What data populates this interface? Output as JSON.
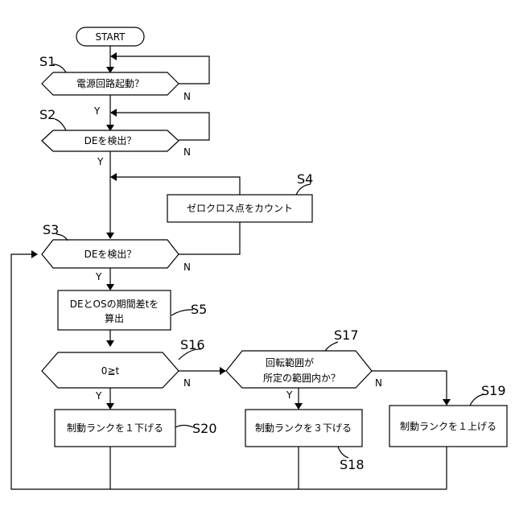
{
  "nodes": {
    "start": "START",
    "s1_decision": "電源回路起動？",
    "s2_decision": "DEを検出？",
    "s3_decision": "DEを検出？",
    "s4_process": "ゼロクロス点をカウント",
    "s5_process_line1": "DEとOSの期間差tを",
    "s5_process_line2": "算出",
    "s16_decision": "0≧t",
    "s17_decision_line1": "回転範囲が",
    "s17_decision_line2": "所定の範囲内か？",
    "s18_process": "制動ランクを３下げる",
    "s19_process": "制動ランクを１上げる",
    "s20_process": "制動ランクを１下げる"
  },
  "step_labels": {
    "s1": "S1",
    "s2": "S2",
    "s3": "S3",
    "s4": "S4",
    "s5": "S5",
    "s16": "S16",
    "s17": "S17",
    "s18": "S18",
    "s19": "S19",
    "s20": "S20"
  },
  "branch_labels": {
    "yes": "Y",
    "no": "N"
  }
}
